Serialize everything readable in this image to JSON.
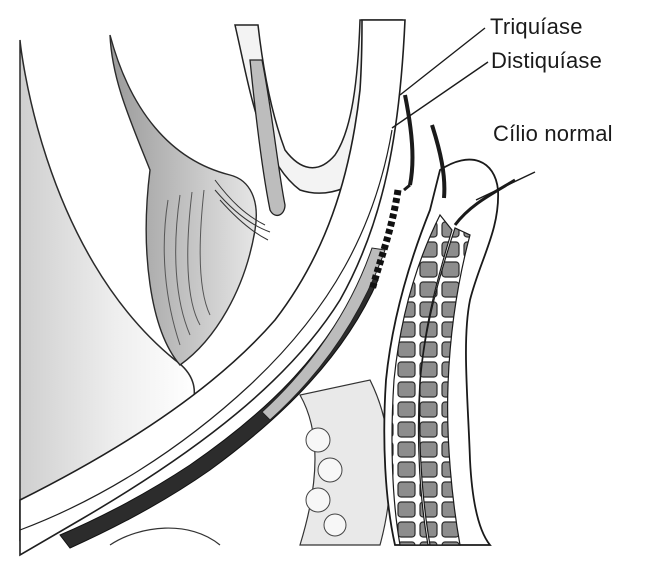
{
  "labels": {
    "trichiasis": "Triquíase",
    "distichiasis": "Distiquíase",
    "normal_lash": "Cílio normal"
  },
  "colors": {
    "ink": "#1a1a1a",
    "shade_light": "#d9d9d9",
    "shade_mid": "#a8a8a8",
    "shade_dark": "#3a3a3a",
    "paper": "#ffffff"
  },
  "icons": {
    "illustration": "eyelid-cross-section"
  }
}
